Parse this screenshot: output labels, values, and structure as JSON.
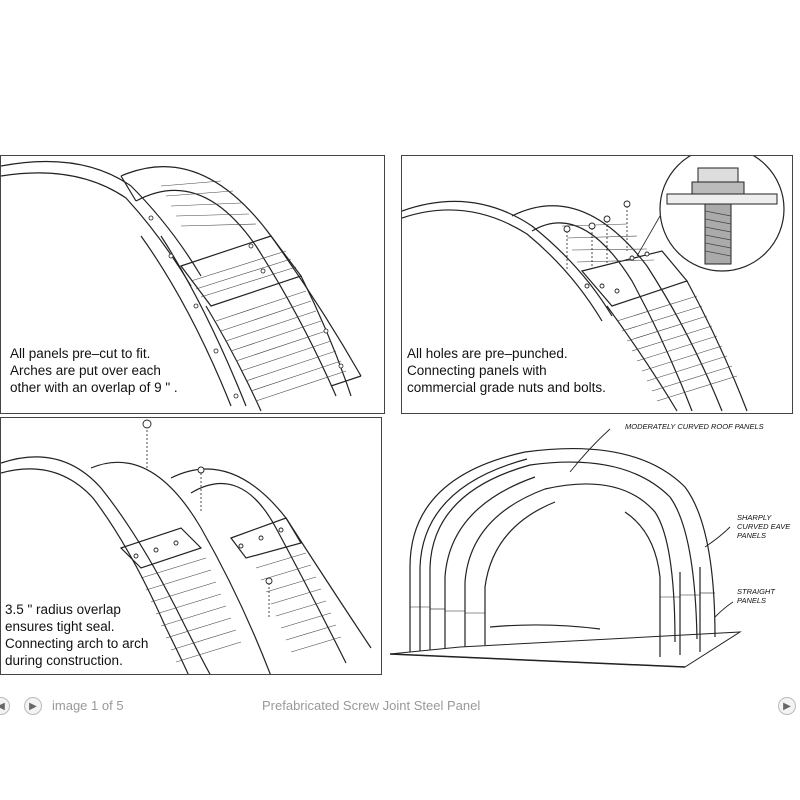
{
  "panels": {
    "p1_caption": "All panels pre–cut to fit.\nArches are put over each\nother with an overlap of 9 \" .",
    "p2_caption": "All holes are pre–punched.\nConnecting panels with\ncommercial grade nuts and bolts.",
    "p3_caption": "3.5 \" radius overlap\nensures tight seal.\nConnecting arch to arch\nduring construction.",
    "p4_labels": {
      "roof": "Moderately\ncurved roof\npanels",
      "eave": "Sharply\ncurved eave\npanels",
      "straight": "Straight\npanels"
    }
  },
  "gallery": {
    "counter": "image 1 of 5",
    "title": "Prefabricated Screw Joint Steel Panel",
    "prev_icon": "arrow-left-icon",
    "next_icon": "arrow-right-icon"
  }
}
